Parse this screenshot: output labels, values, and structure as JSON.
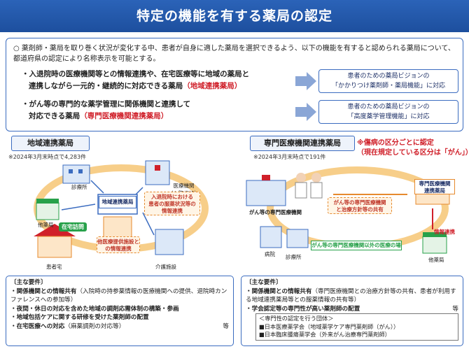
{
  "title": "特定の機能を有する薬局の認定",
  "intro": {
    "bullet_mark": "○",
    "text": "薬剤師・薬局を取り巻く状況が変化する中、患者が自身に適した薬局を選択できるよう、以下の機能を有すると認められる薬局について、都道府県の認定により名称表示を可能とする。",
    "item1_a": "・入退院時の医療機関等との情報連携や、在宅医療等に地域の薬局と",
    "item1_b": "連携しながら一元的・継続的に対応できる薬局",
    "item1_red": "（地域連携薬局）",
    "item2_a": "・がん等の専門的な薬学管理に関係機関と連携して",
    "item2_b": "対応できる薬局",
    "item2_red": "（専門医療機関連携薬局）",
    "vision1_a": "患者のための薬局ビジョンの",
    "vision1_b": "「かかりつけ薬剤師・薬局機能」に対応",
    "vision2_a": "患者のための薬局ビジョンの",
    "vision2_b": "「高度薬学管理機能」に対応"
  },
  "left": {
    "title": "地域連携薬局",
    "count_note": "※2024年3月末時点で4,283件",
    "labels": {
      "clinic": "診療所",
      "hospital": "医療機関\n（入院施設）",
      "other_pharmacy": "他薬局",
      "center": "地域連携薬局",
      "home_visit": "在宅訪問",
      "patient_home": "患者宅",
      "care_facility": "介護施設",
      "info_admission_1": "入退院時における",
      "info_admission_2": "患者の服薬状況等の",
      "info_admission_3": "情報連携",
      "info_care_1": "他医療提供施設と",
      "info_care_2": "の情報連携"
    }
  },
  "right": {
    "title": "専門医療機関連携薬局",
    "count_note": "※2024年3月末時点で191件",
    "red_note_1": "※傷病の区分ごとに認定",
    "red_note_2": "（現在規定している区分は「がん」）",
    "labels": {
      "cancer_institution": "がん等の専門医療機関",
      "center_a": "専門医療機関",
      "center_b": "連携薬局",
      "share_1": "がん等の専門医療機関",
      "share_2": "と治療方針等の共有",
      "info_link": "情報連携",
      "hospital": "病院",
      "clinic": "診療所",
      "non_specialist": "がん等の専門医療機関以外の医療の場",
      "other_pharmacy": "他薬局"
    }
  },
  "req_left": {
    "head": "〔主な要件〕",
    "r1_bold": "・関係機関との情報共有",
    "r1_sub": "（入院時の持参薬情報の医療機関への提供、退院時カンファレンスへの参加等）",
    "r2": "・夜間・休日の対応を含めた地域の調剤応需体制の構築・参画",
    "r3": "・地域包括ケアに関する研修を受けた薬剤師の配置",
    "r4_bold": "・在宅医療への対応",
    "r4_sub": "（麻薬調剤の対応等）",
    "etc": "等"
  },
  "req_right": {
    "head": "〔主な要件〕",
    "r1_bold": "・関係機関との情報共有",
    "r1_sub": "（専門医療機関との治療方針等の共有、患者が利用する地域連携薬局等との服薬情報の共有等）",
    "r2": "・学会認定等の専門性が高い薬剤師の配置",
    "etc": "等",
    "org_head": "＜専門性の認定を行う団体＞",
    "org1": "■日本医療薬学会（地域薬学ケア専門薬剤師（がん））",
    "org2": "■日本臨床腫瘍薬学会（外来がん治療専門薬剤師）"
  },
  "colors": {
    "brand_blue": "#2b63b8",
    "accent_red": "#d0202a",
    "green": "#27a14a",
    "orange": "#e68a2e"
  }
}
